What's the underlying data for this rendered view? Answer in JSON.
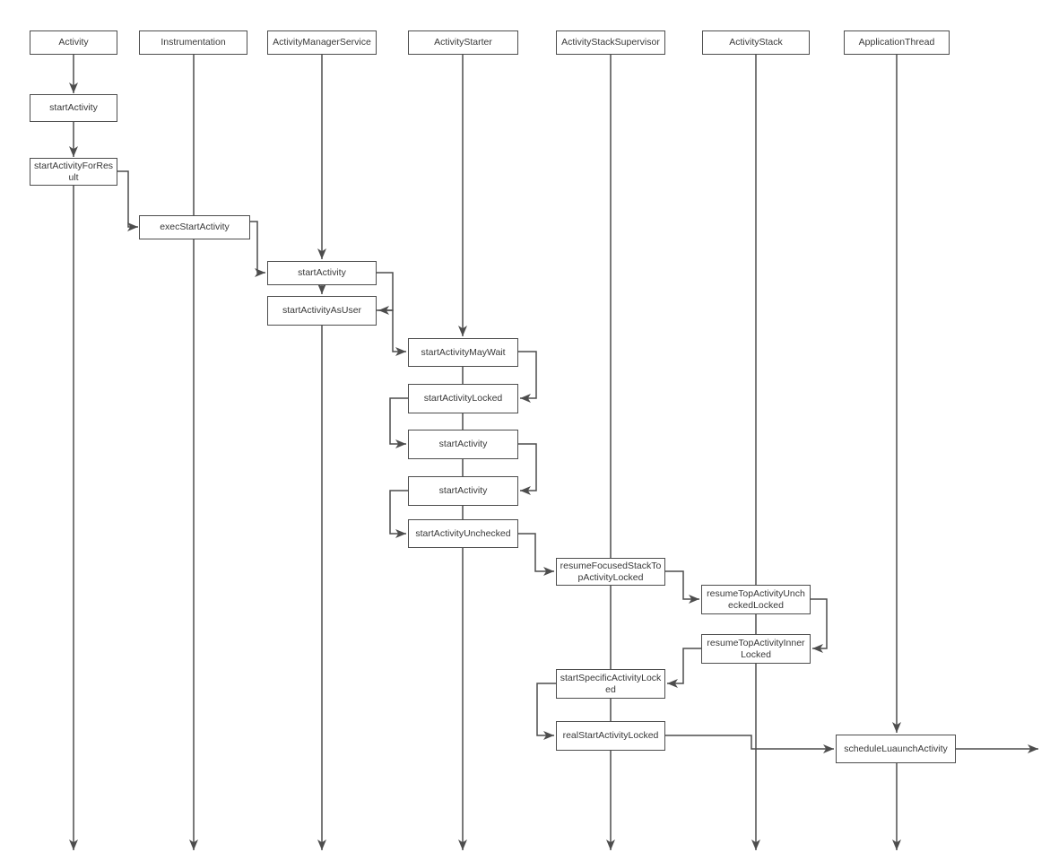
{
  "colors": {
    "line": "#4d4d4d",
    "box_border": "#4d4d4d",
    "box_fill": "#ffffff",
    "text": "#383838",
    "background": "#ffffff"
  },
  "lifelines": [
    {
      "label": "Activity"
    },
    {
      "label": "Instrumentation"
    },
    {
      "label": "ActivityManagerService"
    },
    {
      "label": "ActivityStarter"
    },
    {
      "label": "ActivityStackSupervisor"
    },
    {
      "label": "ActivityStack"
    },
    {
      "label": "ApplicationThread"
    }
  ],
  "nodes": [
    {
      "lane": "Activity",
      "label": "startActivity"
    },
    {
      "lane": "Activity",
      "label": "startActivityForRes\nult"
    },
    {
      "lane": "Instrumentation",
      "label": "execStartActivity"
    },
    {
      "lane": "ActivityManagerService",
      "label": "startActivity"
    },
    {
      "lane": "ActivityManagerService",
      "label": "startActivityAsUser"
    },
    {
      "lane": "ActivityStarter",
      "label": "startActivityMayWait"
    },
    {
      "lane": "ActivityStarter",
      "label": "startActivityLocked"
    },
    {
      "lane": "ActivityStarter",
      "label": "startActivity"
    },
    {
      "lane": "ActivityStarter",
      "label": "startActivity"
    },
    {
      "lane": "ActivityStarter",
      "label": "startActivityUnchecked"
    },
    {
      "lane": "ActivityStackSupervisor",
      "label": "resumeFocusedStackTo\npActivityLocked"
    },
    {
      "lane": "ActivityStack",
      "label": "resumeTopActivityUnch\neckedLocked"
    },
    {
      "lane": "ActivityStack",
      "label": "resumeTopActivityInner\nLocked"
    },
    {
      "lane": "ActivityStackSupervisor",
      "label": "startSpecificActivityLock\ned"
    },
    {
      "lane": "ActivityStackSupervisor",
      "label": "realStartActivityLocked"
    },
    {
      "lane": "ApplicationThread",
      "label": "scheduleLuaunchActivity"
    }
  ]
}
